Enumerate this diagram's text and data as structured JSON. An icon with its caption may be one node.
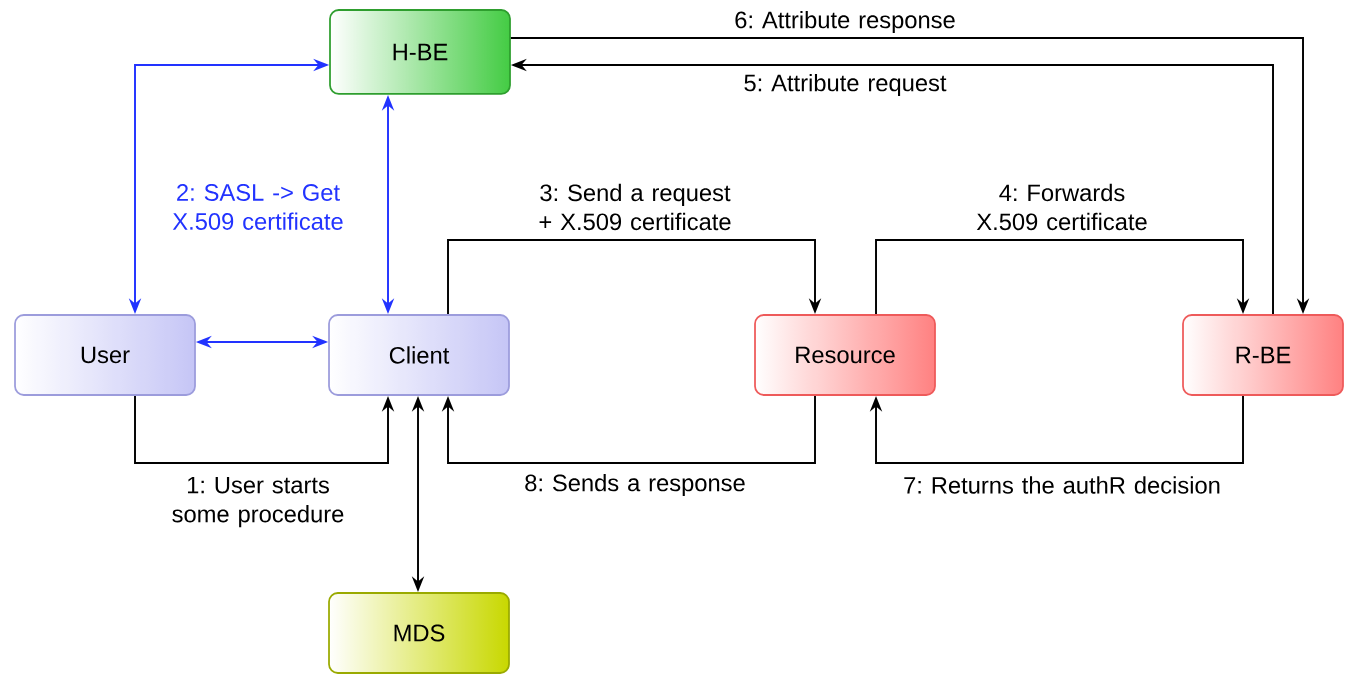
{
  "diagram": {
    "nodes": [
      {
        "text": [
          "H-BE"
        ]
      },
      {
        "text": [
          "User"
        ]
      },
      {
        "text": [
          "Client"
        ]
      },
      {
        "text": [
          "Resource"
        ]
      },
      {
        "text": [
          "R-BE"
        ]
      },
      {
        "text": [
          "MDS"
        ]
      }
    ],
    "edges": [
      {
        "from": 1,
        "to": 0,
        "arrow": "both",
        "color": "#2233ff",
        "label": "2: SASL -> Get X.509 certificate"
      },
      {
        "from": 1,
        "to": 2,
        "arrow": "to",
        "label": "1: User starts some procedure"
      },
      {
        "from": 1,
        "to": 2,
        "arrow": "both",
        "color": "#2233ff"
      },
      {
        "from": 2,
        "to": 0,
        "arrow": "both",
        "color": "#2233ff"
      },
      {
        "from": 2,
        "to": 3,
        "arrow": "to",
        "label": "3: Send a request + X.509 certificate"
      },
      {
        "from": 3,
        "to": 4,
        "arrow": "to",
        "label": "4: Forwards X.509 certificate"
      },
      {
        "from": 4,
        "to": 0,
        "arrow": "to",
        "label": "5: Attribute request"
      },
      {
        "from": 0,
        "to": 4,
        "arrow": "to",
        "label": "6: Attribute response"
      },
      {
        "from": 4,
        "to": 3,
        "arrow": "to",
        "label": "7: Returns the authR decision"
      },
      {
        "from": 3,
        "to": 2,
        "arrow": "to",
        "label": "8: Sends a response"
      },
      {
        "from": 2,
        "to": 5,
        "arrow": "both"
      }
    ]
  }
}
